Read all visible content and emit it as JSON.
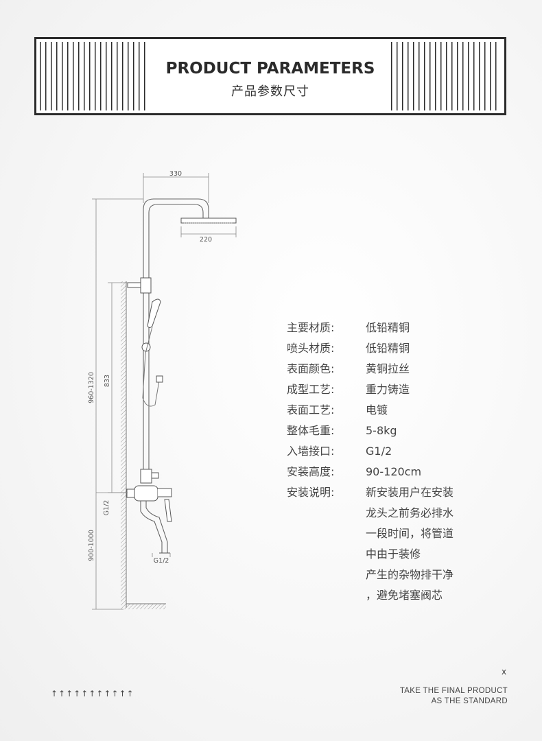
{
  "header": {
    "title": "PRODUCT PARAMETERS",
    "subtitle": "产品参数尺寸"
  },
  "diagram": {
    "dimensions": {
      "top_width": "330",
      "head_width": "220",
      "total_height": "960-1320",
      "mid_height": "833",
      "inlet_thread": "G1/2",
      "mixer_height": "900-1000",
      "spout_thread": "G1/2"
    }
  },
  "specs": [
    {
      "label": "主要材质:",
      "value": "低铅精铜"
    },
    {
      "label": "喷头材质:",
      "value": "低铅精铜"
    },
    {
      "label": "表面颜色:",
      "value": "黄铜拉丝"
    },
    {
      "label": "成型工艺:",
      "value": "重力铸造"
    },
    {
      "label": "表面工艺:",
      "value": "电镀"
    },
    {
      "label": "整体毛重:",
      "value": "5-8kg"
    },
    {
      "label": "入墙接口:",
      "value": "G1/2"
    },
    {
      "label": "安装高度:",
      "value": "90-120cm"
    },
    {
      "label": "安装说明:",
      "value": "新安装用户在安装"
    }
  ],
  "install_notes": [
    "龙头之前务必排水",
    "一段时间，将管道",
    "中由于装修",
    "产生的杂物排干净",
    "，避免堵塞阀芯"
  ],
  "footer": {
    "close": "x",
    "arrows": "↑↑↑↑↑↑↑↑↑↑↑",
    "line1": "TAKE THE FINAL PRODUCT",
    "line2": "AS THE STANDARD"
  }
}
